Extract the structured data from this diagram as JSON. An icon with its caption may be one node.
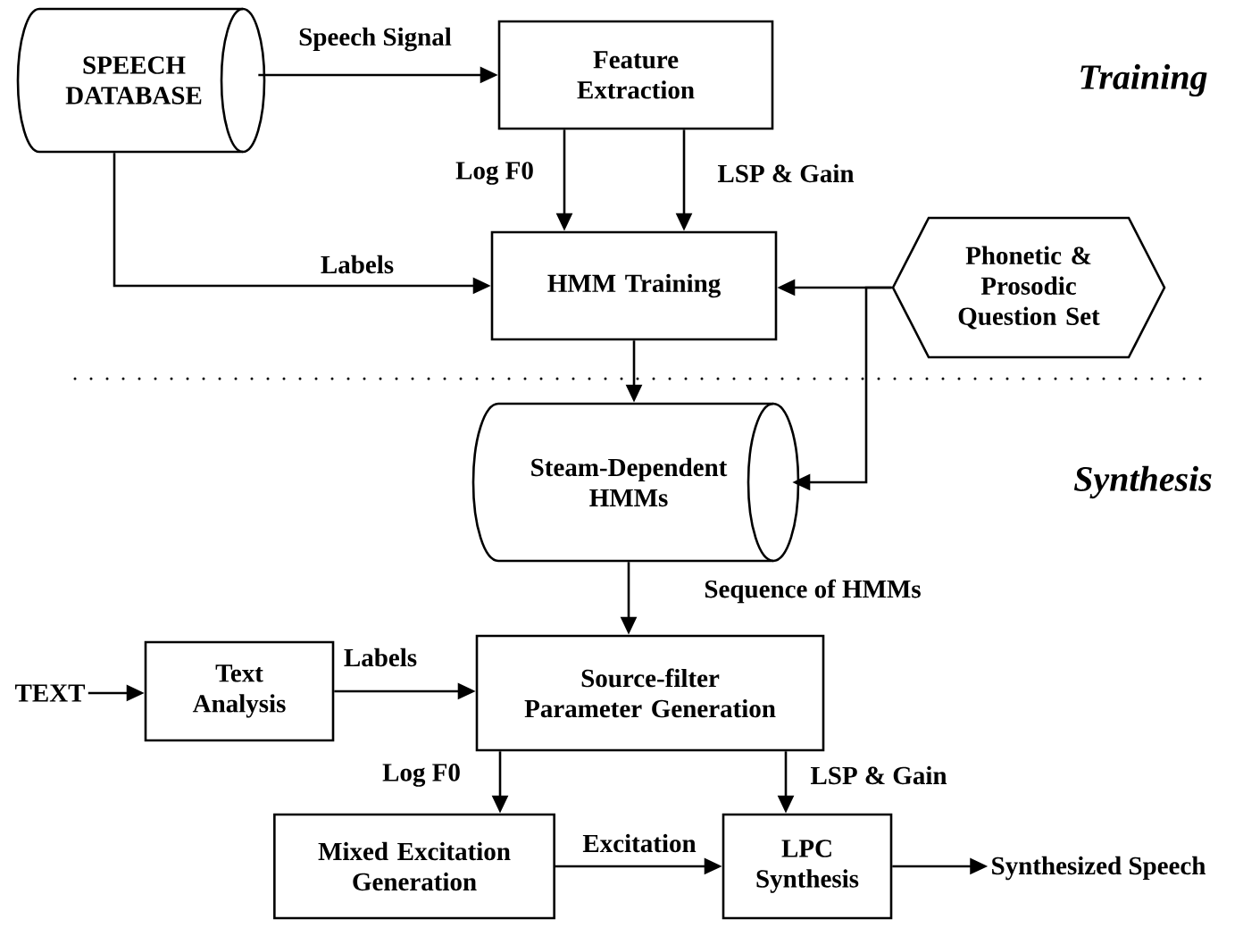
{
  "diagram": {
    "nodes": [
      {
        "text": [
          "SPEECH DATABASE"
        ]
      },
      {
        "text": [
          "Feature Extraction"
        ]
      },
      {
        "text": [
          "HMM Training"
        ]
      },
      {
        "text": [
          "Phonetic & Prosodic Question Set"
        ]
      },
      {
        "text": [
          "Steam-Dependent HMMs"
        ]
      },
      {
        "text": [
          "TEXT"
        ]
      },
      {
        "text": [
          "Text Analysis"
        ]
      },
      {
        "text": [
          "Source-filter Parameter Generation"
        ]
      },
      {
        "text": [
          "Mixed Excitation Generation"
        ]
      },
      {
        "text": [
          "LPC Synthesis"
        ]
      },
      {
        "text": [
          "Synthesized Speech"
        ]
      }
    ],
    "edges": [
      {
        "from": 0,
        "to": 1,
        "arrow": "to",
        "label": "Speech Signal"
      },
      {
        "from": 1,
        "to": 2,
        "arrow": "to",
        "label": "Log F0"
      },
      {
        "from": 1,
        "to": 2,
        "arrow": "to",
        "label": "LSP & Gain"
      },
      {
        "from": 0,
        "to": 2,
        "arrow": "to",
        "label": "Labels"
      },
      {
        "from": 3,
        "to": 2,
        "arrow": "to"
      },
      {
        "from": 2,
        "to": 4,
        "arrow": "to"
      },
      {
        "from": 3,
        "to": 4,
        "arrow": "to"
      },
      {
        "from": 4,
        "to": 7,
        "arrow": "to",
        "label": "Sequence of HMMs"
      },
      {
        "from": 5,
        "to": 6,
        "arrow": "to"
      },
      {
        "from": 6,
        "to": 7,
        "arrow": "to",
        "label": "Labels"
      },
      {
        "from": 7,
        "to": 8,
        "arrow": "to",
        "label": "Log F0"
      },
      {
        "from": 7,
        "to": 9,
        "arrow": "to",
        "label": "LSP & Gain"
      },
      {
        "from": 8,
        "to": 9,
        "arrow": "to",
        "label": "Excitation"
      },
      {
        "from": 9,
        "to": 10,
        "arrow": "to"
      }
    ],
    "labels": [
      "Training",
      "Synthesis"
    ]
  }
}
